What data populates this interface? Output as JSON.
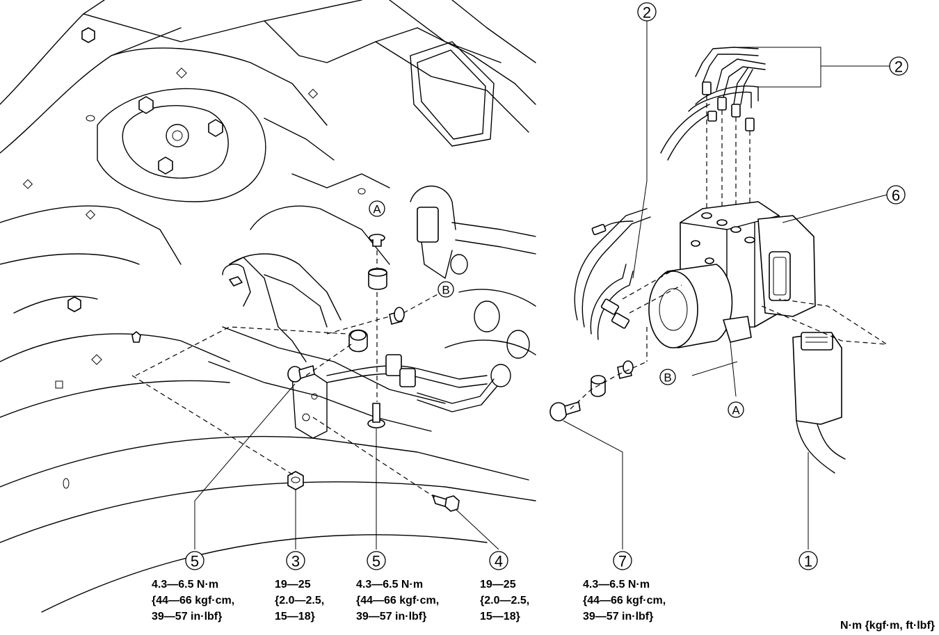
{
  "callouts": [
    {
      "id": "2a",
      "num": "2"
    },
    {
      "id": "2b",
      "num": "2"
    },
    {
      "id": "6",
      "num": "6"
    },
    {
      "id": "1",
      "num": "1"
    },
    {
      "id": "5a",
      "num": "5"
    },
    {
      "id": "3",
      "num": "3"
    },
    {
      "id": "5b",
      "num": "5"
    },
    {
      "id": "4",
      "num": "4"
    },
    {
      "id": "7",
      "num": "7"
    }
  ],
  "letters": [
    {
      "id": "A1",
      "text": "A"
    },
    {
      "id": "B1",
      "text": "B"
    },
    {
      "id": "B2",
      "text": "B"
    },
    {
      "id": "A2",
      "text": "A"
    }
  ],
  "torque_specs": [
    {
      "id": "t5a",
      "line1": "4.3—6.5 N·m",
      "line2": "{44—66 kgf·cm,",
      "line3": "39—57 in·lbf}"
    },
    {
      "id": "t3",
      "line1": "19—25",
      "line2": "{2.0—2.5,",
      "line3": "15—18}"
    },
    {
      "id": "t5b",
      "line1": "4.3—6.5 N·m",
      "line2": "{44—66 kgf·cm,",
      "line3": "39—57 in·lbf}"
    },
    {
      "id": "t4",
      "line1": "19—25",
      "line2": "{2.0—2.5,",
      "line3": "15—18}"
    },
    {
      "id": "t7",
      "line1": "4.3—6.5 N·m",
      "line2": "{44—66 kgf·cm,",
      "line3": "39—57 in·lbf}"
    }
  ],
  "unit_note": "N·m {kgf·m, ft·lbf}"
}
